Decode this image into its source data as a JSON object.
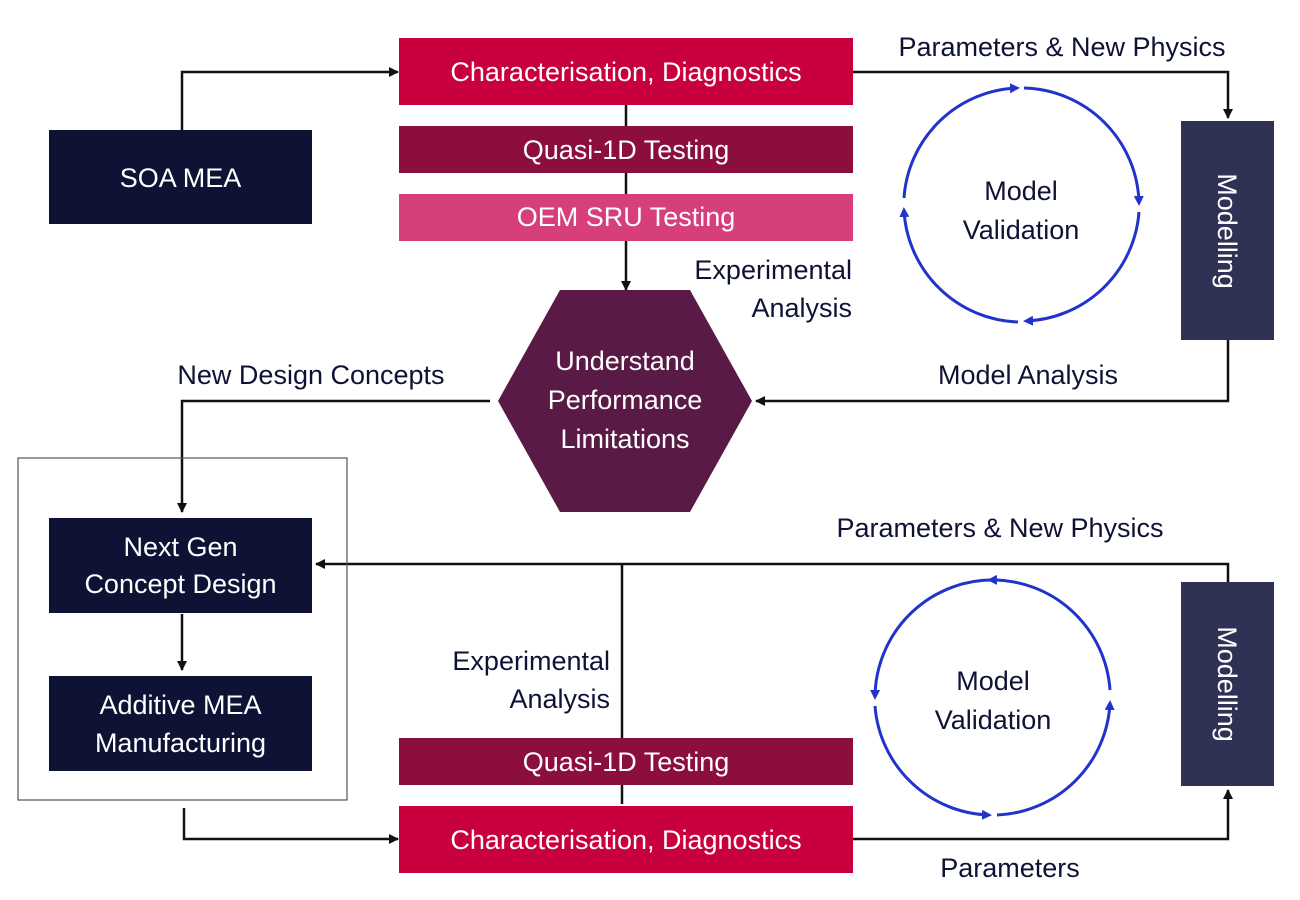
{
  "boxes": {
    "soa_mea": "SOA MEA",
    "char_diag_top": "Characterisation, Diagnostics",
    "quasi_top": "Quasi-1D Testing",
    "oem_sru": "OEM SRU Testing",
    "hexagon": [
      "Understand",
      "Performance",
      "Limitations"
    ],
    "model_validation_top": [
      "Model",
      "Validation"
    ],
    "modelling_top": "Modelling",
    "next_gen": [
      "Next Gen",
      "Concept Design"
    ],
    "additive": [
      "Additive MEA",
      "Manufacturing"
    ],
    "quasi_bottom": "Quasi-1D Testing",
    "char_diag_bottom": "Characterisation, Diagnostics",
    "model_validation_bottom": [
      "Model",
      "Validation"
    ],
    "modelling_bottom": "Modelling"
  },
  "labels": {
    "params_new_physics_top": "Parameters & New Physics",
    "experimental_analysis_top": [
      "Experimental",
      "Analysis"
    ],
    "model_analysis": "Model Analysis",
    "new_design_concepts": "New Design Concepts",
    "params_new_physics_bottom": "Parameters & New Physics",
    "experimental_analysis_bottom": [
      "Experimental",
      "Analysis"
    ],
    "parameters_bottom": "Parameters"
  },
  "colors": {
    "navy": "#0e1235",
    "crimson": "#c8003d",
    "maroon": "#8c0e3c",
    "pink": "#d63e7c",
    "plum": "#5a1a46",
    "slate": "#2f3255",
    "cycle_blue": "#2233cc",
    "arrow": "#111111"
  }
}
